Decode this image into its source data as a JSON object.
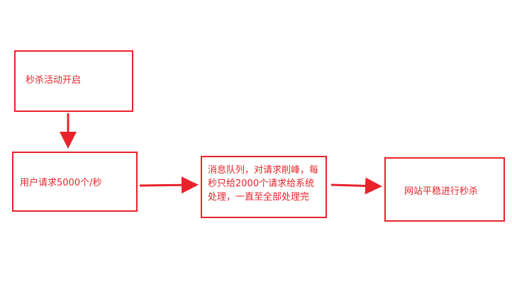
{
  "nodes": [
    {
      "id": "start",
      "label": "秒杀活动开启"
    },
    {
      "id": "users",
      "label": "用户请求5000个/秒"
    },
    {
      "id": "mq",
      "label": "消息队列，对请求削峰，每秒只给2000个请求给系统处理，一直至全部处理完"
    },
    {
      "id": "site",
      "label": "网站平稳进行秒杀"
    }
  ],
  "edges": [
    [
      "start",
      "users"
    ],
    [
      "users",
      "mq"
    ],
    [
      "mq",
      "site"
    ]
  ],
  "color": "#e8232b"
}
